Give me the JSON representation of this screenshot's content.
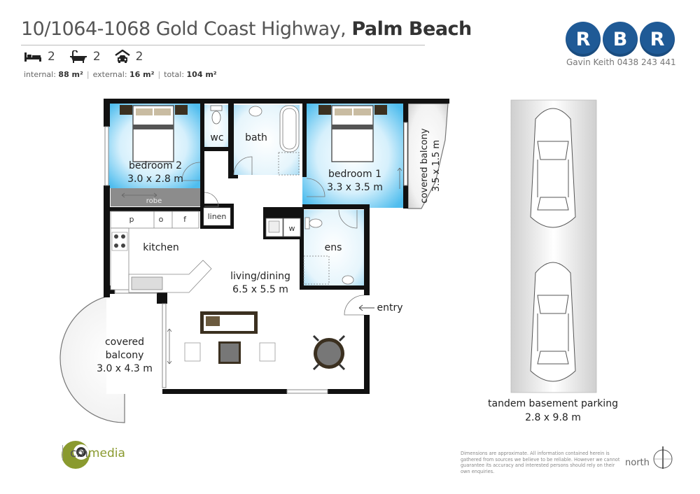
{
  "header": {
    "address_prefix": "10/1064-1068 Gold Coast Highway, ",
    "address_suburb": "Palm Beach",
    "features": [
      {
        "icon": "bed-icon",
        "count": "2"
      },
      {
        "icon": "bathtub-icon",
        "count": "2"
      },
      {
        "icon": "garage-icon",
        "count": "2"
      }
    ],
    "areas": {
      "internal_label": "internal:",
      "internal_value": "88 m²",
      "external_label": "external:",
      "external_value": "16 m²",
      "total_label": "total:",
      "total_value": "104 m²",
      "separator": "|"
    }
  },
  "brand": {
    "letters": [
      "R",
      "B",
      "R"
    ],
    "color": "#1f5a96",
    "agent": "Gavin Keith  0438 243 441"
  },
  "rooms": {
    "bedroom2_name": "bedroom 2",
    "bedroom2_size": "3.0 x 2.8 m",
    "bedroom1_name": "bedroom 1",
    "bedroom1_size": "3.3 x 3.5 m",
    "wc": "wc",
    "bath": "bath",
    "linen": "linen",
    "robe": "robe",
    "balcony_top_name": "covered balcony",
    "balcony_top_size": "3.5 x 1.5 m",
    "kitchen": "kitchen",
    "pantry_p": "p",
    "pantry_o": "o",
    "pantry_f": "f",
    "laundry_w": "w",
    "ens": "ens",
    "living_name": "living/dining",
    "living_size": "6.5 x 5.5 m",
    "entry": "entry",
    "balcony_left_l1": "covered",
    "balcony_left_l2": "balcony",
    "balcony_left_size": "3.0 x 4.3 m"
  },
  "parking": {
    "name": "tandem basement parking",
    "size": "2.8 x 9.8 m"
  },
  "footer": {
    "producer_prefix": "cm",
    "producer_suffix": "media",
    "disclaimer": "Dimensions are approximate. All information contained herein is gathered from sources we believe to be reliable. However we cannot guarantee its accuracy and interested persons should rely on their own enquiries.",
    "north": "north"
  },
  "colors": {
    "wall": "#111111",
    "room_blue": "#b8e4f8",
    "room_glow": "#5cc2ee",
    "robe_gray": "#8c8c8c",
    "accent_green": "#8a9a2f"
  }
}
